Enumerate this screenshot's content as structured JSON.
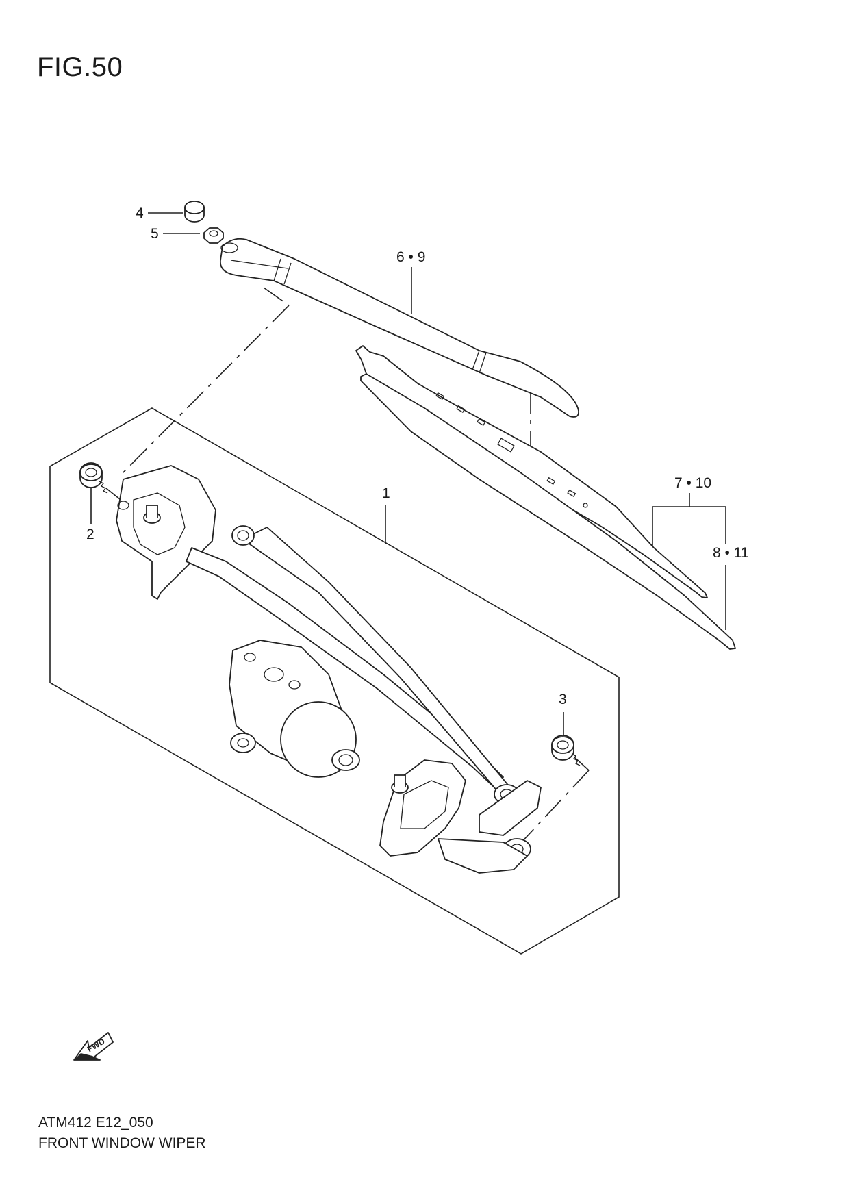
{
  "figure": {
    "title": "FIG.50",
    "code": "ATM412 E12_050",
    "caption": "FRONT WINDOW WIPER"
  },
  "callouts": {
    "c1": "1",
    "c2": "2",
    "c3": "3",
    "c4": "4",
    "c5": "5",
    "c69": "6 • 9",
    "c710": "7 • 10",
    "c811": "8 • 11"
  },
  "fwd_label": "FWD"
}
